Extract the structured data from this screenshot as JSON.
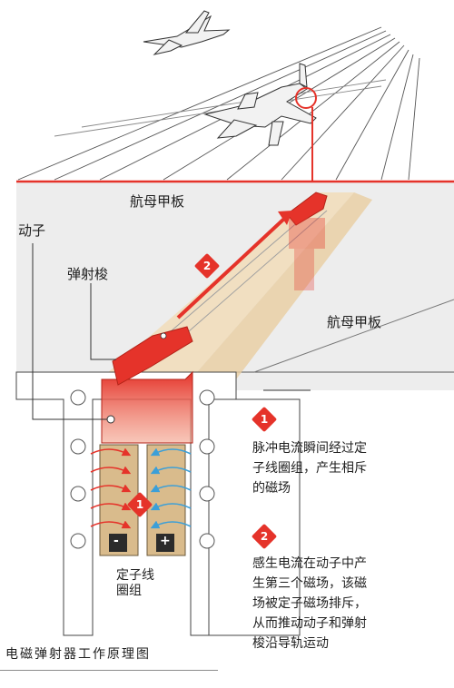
{
  "labels": {
    "deck_top": "航母甲板",
    "deck_right": "航母甲板",
    "mover": "动子",
    "shuttle": "弹射梭",
    "stator_line1": "定子线",
    "stator_line2": "圈组",
    "minus": "-",
    "plus": "+"
  },
  "badges": [
    "1",
    "2"
  ],
  "notes": {
    "step1": [
      "脉冲电流瞬间经过定",
      "子线圈组，产生相斥",
      "的磁场"
    ],
    "step2": [
      "感生电流在动子中产",
      "生第三个磁场，该磁",
      "场被定子磁场排斥，",
      "从而推动动子和弹射",
      "梭沿导轨运动"
    ]
  },
  "caption": "电磁弹射器工作原理图",
  "colors": {
    "accent_red": "#e5332a",
    "coil_tan": "#d9bb8c",
    "deck_grey": "#ededed",
    "field_blue": "#3b9fd8",
    "rail_cream": "#f1dcb8"
  }
}
